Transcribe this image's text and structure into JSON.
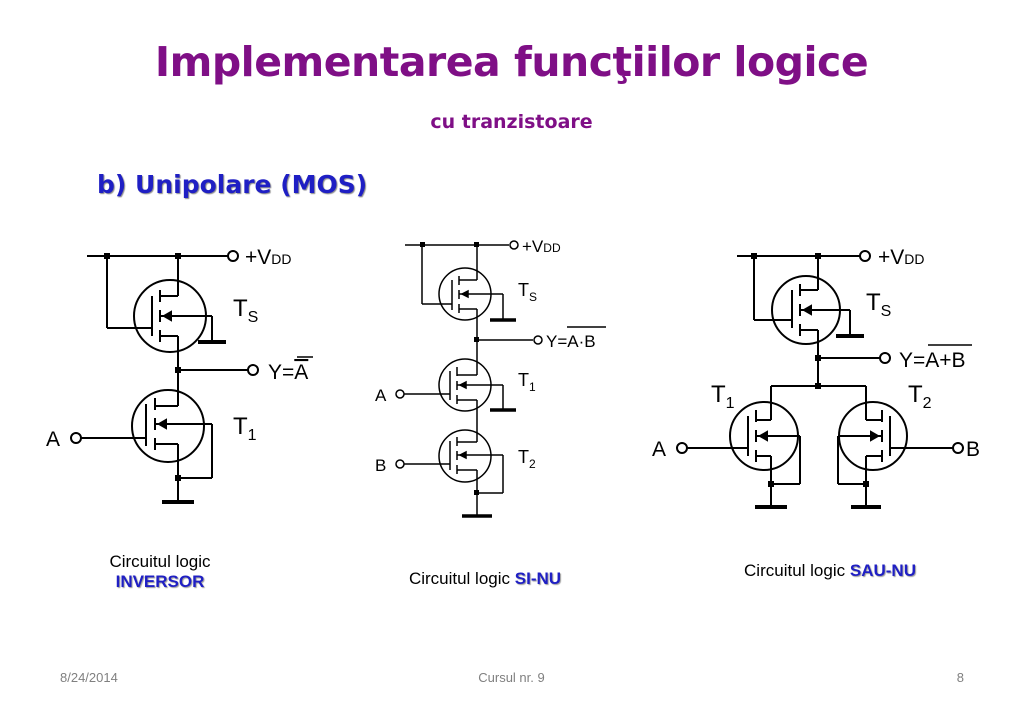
{
  "slide": {
    "title": "Implementarea funcţiilor logice",
    "subtitle": "cu tranzistoare",
    "section": "b) Unipolare (MOS)"
  },
  "circuits": {
    "inverter": {
      "vdd_prefix": "+V",
      "vdd_sub": "DD",
      "ts_main": "T",
      "ts_sub": "S",
      "output_prefix": "Y=",
      "output_bar": "A",
      "input_a": "A",
      "t1_main": "T",
      "t1_sub": "1",
      "caption_prefix": "Circuitul logic",
      "caption_keyword": "INVERSOR"
    },
    "nand": {
      "vdd_prefix": "+V",
      "vdd_sub": "DD",
      "ts_main": "T",
      "ts_sub": "S",
      "output_prefix": "Y=",
      "output_bar": "A·B",
      "input_a": "A",
      "input_b": "B",
      "t1_main": "T",
      "t1_sub": "1",
      "t2_main": "T",
      "t2_sub": "2",
      "caption_prefix": "Circuitul logic",
      "caption_keyword": "SI-NU"
    },
    "nor": {
      "vdd_prefix": "+V",
      "vdd_sub": "DD",
      "ts_main": "T",
      "ts_sub": "S",
      "output_prefix": "Y=",
      "output_bar": "A+B",
      "input_a": "A",
      "input_b": "B",
      "t1_main": "T",
      "t1_sub": "1",
      "t2_main": "T",
      "t2_sub": "2",
      "caption_prefix": "Circuitul logic",
      "caption_keyword": "SAU-NU"
    }
  },
  "footer": {
    "date": "8/24/2014",
    "course": "Cursul nr. 9",
    "page": "8"
  }
}
